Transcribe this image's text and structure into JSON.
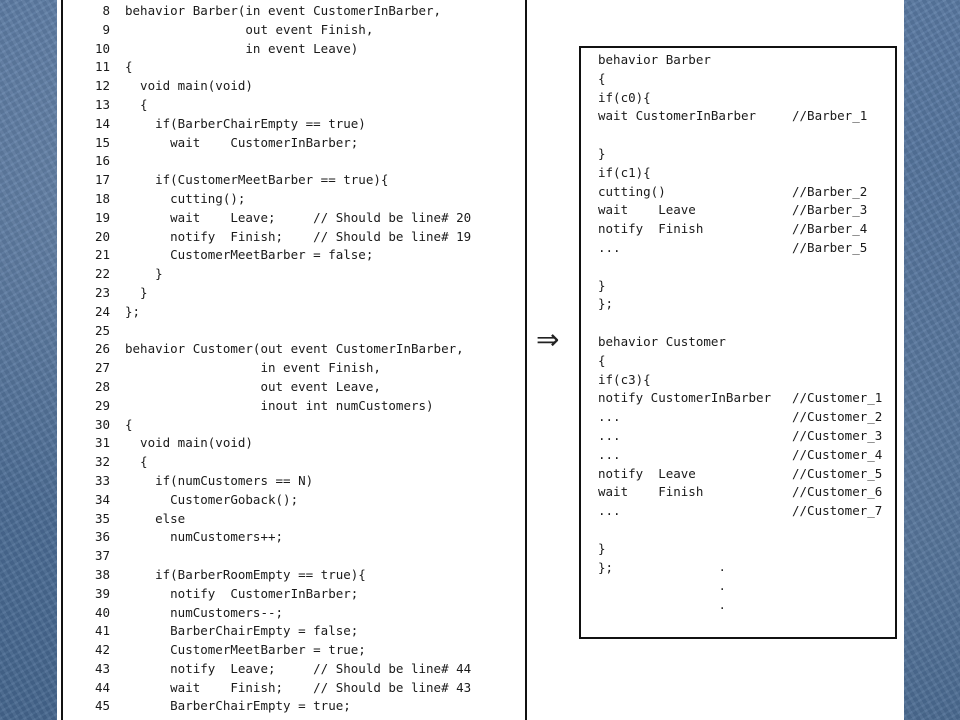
{
  "left_code": [
    {
      "num": "8",
      "text": "behavior Barber(in event CustomerInBarber,"
    },
    {
      "num": "9",
      "text": "                out event Finish,"
    },
    {
      "num": "10",
      "text": "                in event Leave)"
    },
    {
      "num": "11",
      "text": "{"
    },
    {
      "num": "12",
      "text": "  void main(void)"
    },
    {
      "num": "13",
      "text": "  {"
    },
    {
      "num": "14",
      "text": "    if(BarberChairEmpty == true)"
    },
    {
      "num": "15",
      "text": "      wait    CustomerInBarber;"
    },
    {
      "num": "16",
      "text": ""
    },
    {
      "num": "17",
      "text": "    if(CustomerMeetBarber == true){"
    },
    {
      "num": "18",
      "text": "      cutting();"
    },
    {
      "num": "19",
      "text": "      wait    Leave;     // Should be line# 20"
    },
    {
      "num": "20",
      "text": "      notify  Finish;    // Should be line# 19"
    },
    {
      "num": "21",
      "text": "      CustomerMeetBarber = false;"
    },
    {
      "num": "22",
      "text": "    }"
    },
    {
      "num": "23",
      "text": "  }"
    },
    {
      "num": "24",
      "text": "};"
    },
    {
      "num": "25",
      "text": ""
    },
    {
      "num": "26",
      "text": "behavior Customer(out event CustomerInBarber,"
    },
    {
      "num": "27",
      "text": "                  in event Finish,"
    },
    {
      "num": "28",
      "text": "                  out event Leave,"
    },
    {
      "num": "29",
      "text": "                  inout int numCustomers)"
    },
    {
      "num": "30",
      "text": "{"
    },
    {
      "num": "31",
      "text": "  void main(void)"
    },
    {
      "num": "32",
      "text": "  {"
    },
    {
      "num": "33",
      "text": "    if(numCustomers == N)"
    },
    {
      "num": "34",
      "text": "      CustomerGoback();"
    },
    {
      "num": "35",
      "text": "    else"
    },
    {
      "num": "36",
      "text": "      numCustomers++;"
    },
    {
      "num": "37",
      "text": ""
    },
    {
      "num": "38",
      "text": "    if(BarberRoomEmpty == true){"
    },
    {
      "num": "39",
      "text": "      notify  CustomerInBarber;"
    },
    {
      "num": "40",
      "text": "      numCustomers--;"
    },
    {
      "num": "41",
      "text": "      BarberChairEmpty = false;"
    },
    {
      "num": "42",
      "text": "      CustomerMeetBarber = true;"
    },
    {
      "num": "43",
      "text": "      notify  Leave;     // Should be line# 44"
    },
    {
      "num": "44",
      "text": "      wait    Finish;    // Should be line# 43"
    },
    {
      "num": "45",
      "text": "      BarberChairEmpty = true;"
    }
  ],
  "arrow": "⇒",
  "right_code": [
    {
      "code": "behavior Barber",
      "comment": ""
    },
    {
      "code": "{",
      "comment": ""
    },
    {
      "code": "if(c0){",
      "comment": ""
    },
    {
      "code": "wait CustomerInBarber",
      "comment": "//Barber_1"
    },
    {
      "code": "",
      "comment": ""
    },
    {
      "code": "}",
      "comment": ""
    },
    {
      "code": "if(c1){",
      "comment": ""
    },
    {
      "code": "cutting()",
      "comment": "//Barber_2"
    },
    {
      "code": "wait    Leave",
      "comment": "//Barber_3"
    },
    {
      "code": "notify  Finish",
      "comment": "//Barber_4"
    },
    {
      "code": "...",
      "comment": "//Barber_5"
    },
    {
      "code": "",
      "comment": ""
    },
    {
      "code": "}",
      "comment": ""
    },
    {
      "code": "};",
      "comment": ""
    },
    {
      "code": "",
      "comment": ""
    },
    {
      "code": "behavior Customer",
      "comment": ""
    },
    {
      "code": "{",
      "comment": ""
    },
    {
      "code": "if(c3){",
      "comment": ""
    },
    {
      "code": "notify CustomerInBarber",
      "comment": "//Customer_1"
    },
    {
      "code": "...",
      "comment": "//Customer_2"
    },
    {
      "code": "...",
      "comment": "//Customer_3"
    },
    {
      "code": "...",
      "comment": "//Customer_4"
    },
    {
      "code": "notify  Leave",
      "comment": "//Customer_5"
    },
    {
      "code": "wait    Finish",
      "comment": "//Customer_6"
    },
    {
      "code": "...",
      "comment": "//Customer_7"
    },
    {
      "code": "",
      "comment": ""
    },
    {
      "code": "}",
      "comment": ""
    },
    {
      "code": "};",
      "comment": ""
    }
  ],
  "continuation_dots": [
    ".",
    ".",
    "."
  ]
}
